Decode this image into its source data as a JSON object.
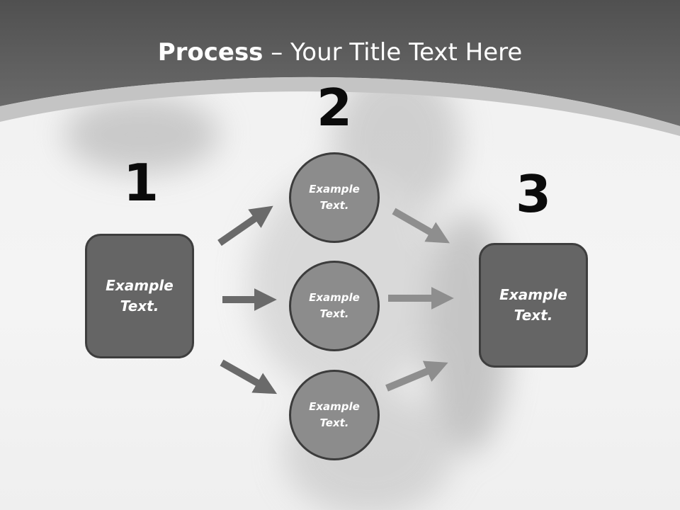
{
  "title": {
    "bold": "Process",
    "rest": " – Your Title Text Here"
  },
  "steps": [
    {
      "number": "1",
      "label": "Example Text."
    },
    {
      "number": "2",
      "items": [
        "Example Text.",
        "Example Text.",
        "Example Text."
      ]
    },
    {
      "number": "3",
      "label": "Example Text."
    }
  ],
  "colors": {
    "header": "#5a5a5a",
    "box": "#656565",
    "circle": "#8c8c8c",
    "arrow_dark": "#6a6a6a",
    "arrow_light": "#8e8e8e"
  }
}
